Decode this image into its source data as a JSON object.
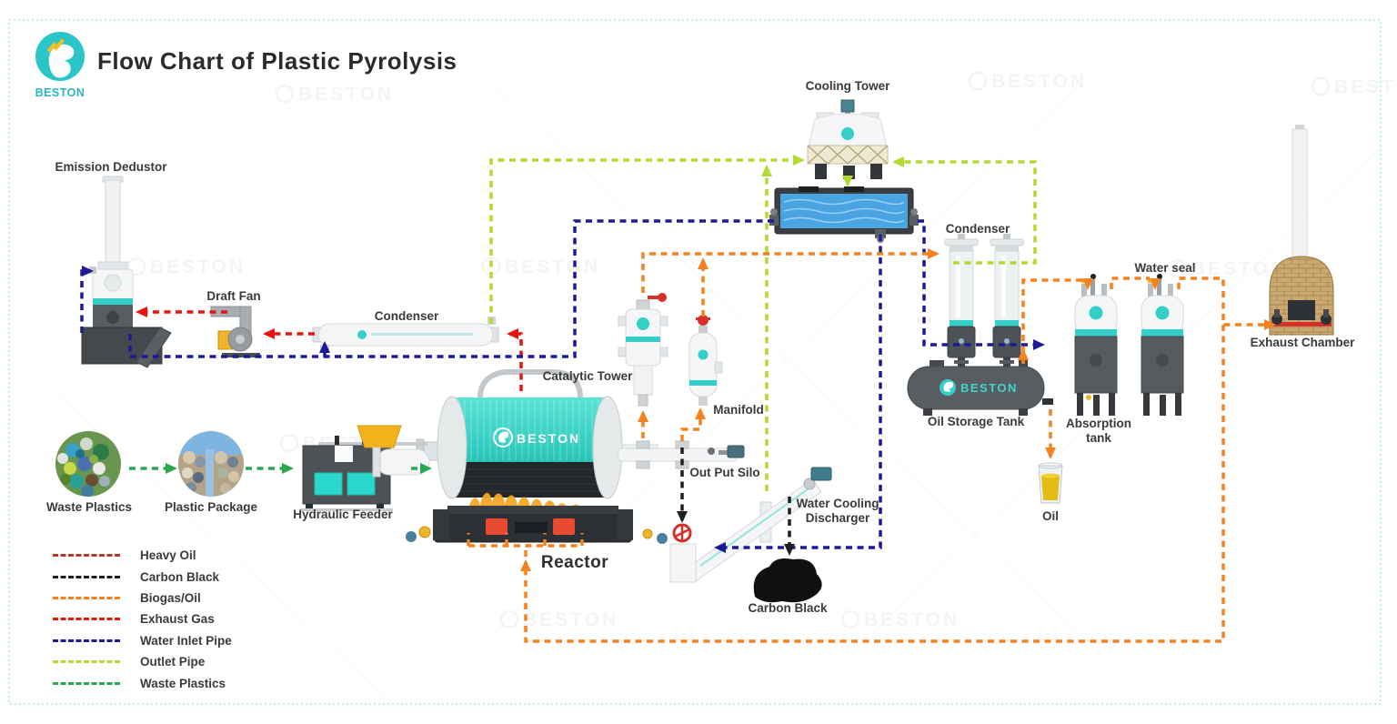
{
  "title": "Flow Chart of Plastic Pyrolysis",
  "logo": {
    "brand": "BESTON"
  },
  "watermark": "BESTON",
  "colors": {
    "heavy_oil": "#b03a26",
    "carbon_black": "#1f1f1f",
    "biogas_oil": "#f5821f",
    "exhaust_gas": "#e8140f",
    "water_inlet": "#1c1a96",
    "outlet_pipe": "#b3d932",
    "waste_plastics": "#28a850",
    "brand_teal": "#2ac5c8",
    "reactor_teal": "#2cc9bd"
  },
  "equipment_labels": {
    "emission_dedustor": "Emission Dedustor",
    "draft_fan": "Draft Fan",
    "condenser_left": "Condenser",
    "cooling_tower": "Cooling Tower",
    "condenser_right": "Condenser",
    "catalytic_tower": "Catalytic Tower",
    "manifold": "Manifold",
    "water_seal": "Water seal",
    "exhaust_chamber": "Exhaust Chamber",
    "oil_storage_tank": "Oil Storage Tank",
    "absorption_tank": "Absorption tank",
    "oil": "Oil",
    "out_put_silo": "Out Put Silo",
    "water_cooling_discharger": "Water Cooling Discharger",
    "carbon_black": "Carbon Black",
    "reactor": "Reactor",
    "hydraulic_feeder": "Hydraulic Feeder",
    "plastic_package": "Plastic Package",
    "waste_plastics": "Waste Plastics"
  },
  "legend": {
    "items": [
      {
        "key": "heavy_oil",
        "label": "Heavy Oil"
      },
      {
        "key": "carbon_black",
        "label": "Carbon Black"
      },
      {
        "key": "biogas_oil",
        "label": "Biogas/Oil"
      },
      {
        "key": "exhaust_gas",
        "label": "Exhaust Gas"
      },
      {
        "key": "water_inlet",
        "label": "Water Inlet Pipe"
      },
      {
        "key": "outlet_pipe",
        "label": "Outlet Pipe"
      },
      {
        "key": "waste_plastics",
        "label": "Waste Plastics"
      }
    ]
  }
}
